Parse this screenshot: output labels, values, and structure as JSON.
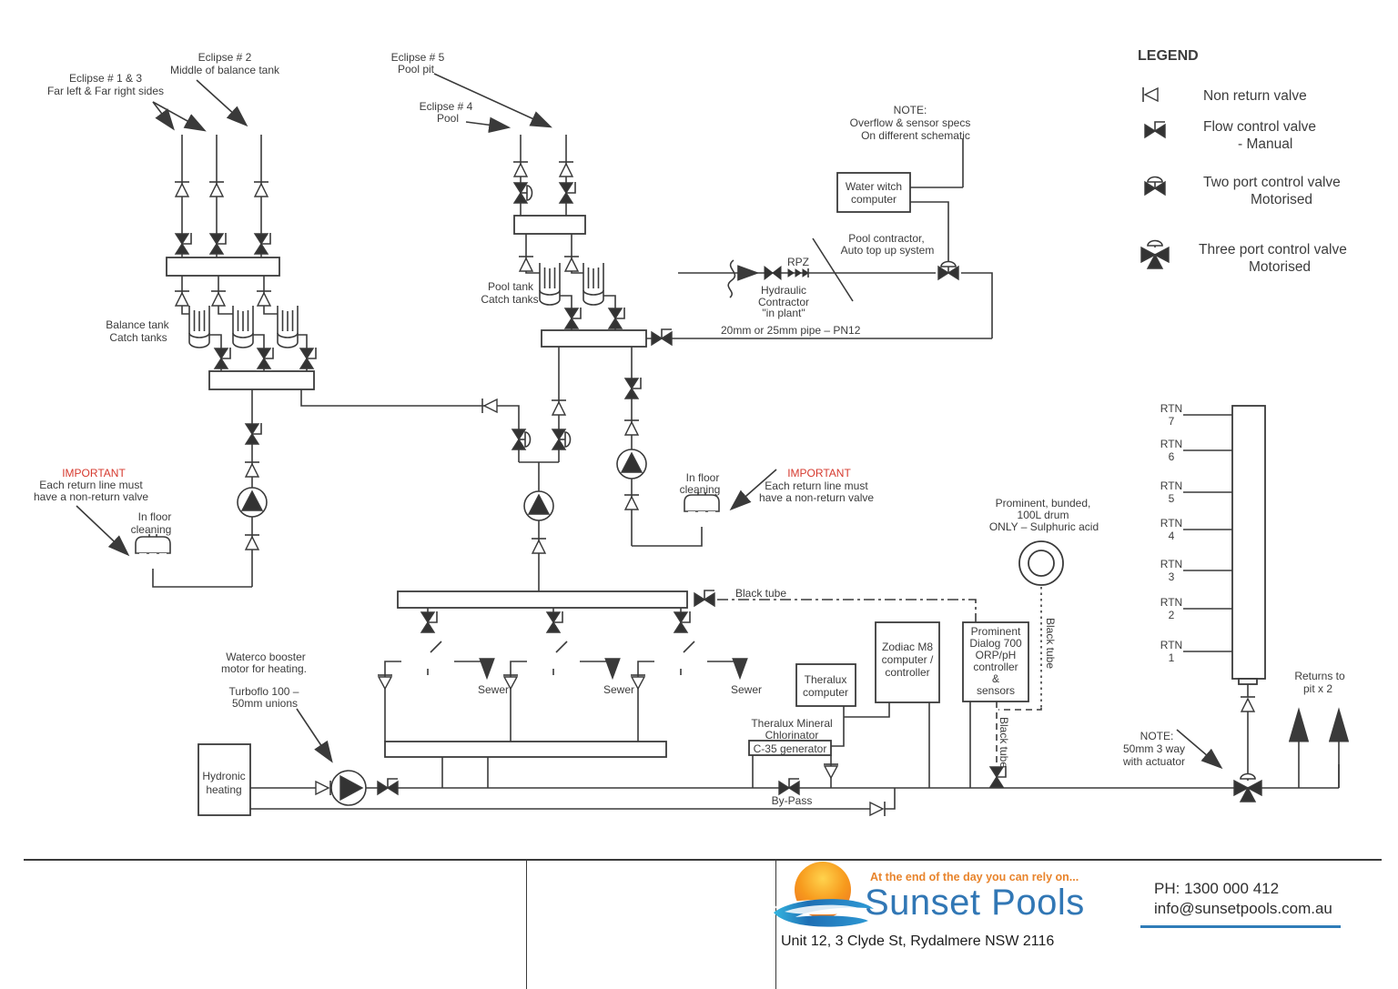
{
  "labels": {
    "eclipse13": [
      "Eclipse # 1 & 3",
      "Far left & Far right sides"
    ],
    "eclipse2": [
      "Eclipse # 2",
      "Middle of balance tank"
    ],
    "eclipse5": [
      "Eclipse # 5",
      "Pool pit"
    ],
    "eclipse4": [
      "Eclipse # 4",
      "Pool"
    ],
    "balance_tank": [
      "Balance tank",
      "Catch tanks"
    ],
    "pool_tank": [
      "Pool tank",
      "Catch tanks"
    ],
    "note_overflow": [
      "NOTE:",
      "Overflow & sensor specs",
      "On different schematic"
    ],
    "water_witch": [
      "Water witch",
      "computer"
    ],
    "pool_contractor": [
      "Pool contractor,",
      "Auto top up system"
    ],
    "rpz": "RPZ",
    "hydraulic": [
      "Hydraulic",
      "Contractor",
      "\"in plant\""
    ],
    "pipe_spec": "20mm or 25mm pipe – PN12",
    "important": [
      "IMPORTANT",
      "Each return line must",
      "have a non-return valve"
    ],
    "in_floor": [
      "In floor",
      "cleaning"
    ],
    "black_tube": "Black tube",
    "waterco": [
      "Waterco booster",
      "motor for heating."
    ],
    "turboflo": [
      "Turboflo 100 –",
      "50mm unions"
    ],
    "hydronic": [
      "Hydronic",
      "heating"
    ],
    "sewer": "Sewer",
    "theralux_mineral": [
      "Theralux Mineral",
      "Chlorinator"
    ],
    "c35": "C-35 generator",
    "bypass": "By-Pass",
    "theralux_computer": [
      "Theralux",
      "computer"
    ],
    "zodiac": [
      "Zodiac M8",
      "computer /",
      "controller"
    ],
    "prominent_ctrl": [
      "Prominent",
      "Dialog 700",
      "ORP/pH",
      "controller",
      "&",
      "sensors"
    ],
    "prominent_drum": [
      "Prominent, bunded,",
      "100L drum",
      "ONLY – Sulphuric acid"
    ],
    "rtn_prefix": "RTN",
    "rtn_numbers": [
      "7",
      "6",
      "5",
      "4",
      "3",
      "2",
      "1"
    ],
    "returns_to_pit": [
      "Returns to",
      "pit x 2"
    ],
    "note_3way": [
      "NOTE:",
      "50mm 3 way",
      "with actuator"
    ]
  },
  "legend": {
    "title": "LEGEND",
    "items": [
      {
        "symbol": "non-return-valve",
        "lines": [
          "Non return valve"
        ]
      },
      {
        "symbol": "flow-control-valve-manual",
        "lines": [
          "Flow control valve",
          "- Manual"
        ]
      },
      {
        "symbol": "two-port-control-valve-motorised",
        "lines": [
          "Two port control valve",
          "Motorised"
        ]
      },
      {
        "symbol": "three-port-control-valve-motorised",
        "lines": [
          "Three port control valve",
          "Motorised"
        ]
      }
    ]
  },
  "footer": {
    "tagline": "At the end of the day you can rely on...",
    "brand": "Sunset Pools",
    "address": "Unit 12, 3 Clyde St, Rydalmere NSW 2116",
    "phone": "PH: 1300 000 412",
    "email": "info@sunsetpools.com.au"
  },
  "colors": {
    "line": "#3a3a3a",
    "important_red": "#d6392e",
    "brand_blue": "#3177b5",
    "tagline_orange": "#e8842c",
    "sun_orange": "#f79a1d",
    "swoosh_blue": "#2a7fc9"
  }
}
